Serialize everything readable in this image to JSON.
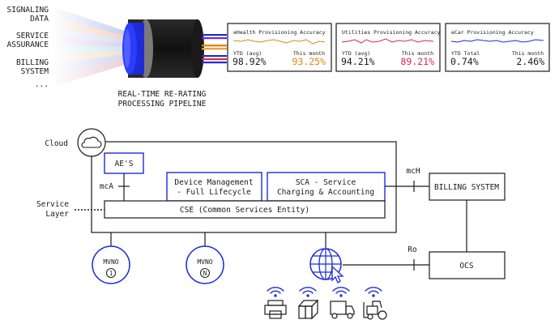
{
  "inputs": [
    "SIGNALING",
    "DATA",
    "SERVICE",
    "ASSURANCE",
    "BILLING",
    "SYSTEM",
    "..."
  ],
  "pipeline": {
    "line1": "REAL-TIME RE-RATING",
    "line2": "PROCESSING PIPELINE"
  },
  "kpi_cards": [
    {
      "title": "eHealth Provisioning Accuracy",
      "left_label": "YTD (avg)",
      "right_label": "This month",
      "left_value": "98.92%",
      "right_value": "93.25%",
      "accent": "#e8830c"
    },
    {
      "title": "Utilities Provisioning Accuracy",
      "left_label": "YTD (avg)",
      "right_label": "This month",
      "left_value": "94.21%",
      "right_value": "89.21%",
      "accent": "#e0244a"
    },
    {
      "title": "eCar Provisioning Accuracy",
      "left_label": "YTD Total",
      "right_label": "This month",
      "left_value": "0.74%",
      "right_value": "2.46%",
      "accent": "#1f2bd6"
    }
  ],
  "diagram": {
    "cloud_label": "Cloud",
    "service_layer": [
      "Service",
      "Layer"
    ],
    "aes": "AE'S",
    "mca": "mcA",
    "device_mgmt": [
      "Device Management",
      "- Full Lifecycle"
    ],
    "sca": [
      "SCA - Service",
      "Charging & Accounting"
    ],
    "cse": "CSE (Common Services Entity)",
    "mch": "mcH",
    "billing": "BILLING SYSTEM",
    "ro": "Ro",
    "ocs": "OCS",
    "mvno1": {
      "name": "MVNO",
      "badge": "1"
    },
    "mvnon": {
      "name": "MVNO",
      "badge": "N"
    }
  },
  "devices": [
    "printer-icon",
    "cargo-boxes-icon",
    "truck-icon",
    "forklift-icon"
  ],
  "colors": {
    "blue": "#1f2bd6",
    "orange": "#e8830c",
    "red": "#e0244a",
    "ink": "#1a1a1a"
  }
}
